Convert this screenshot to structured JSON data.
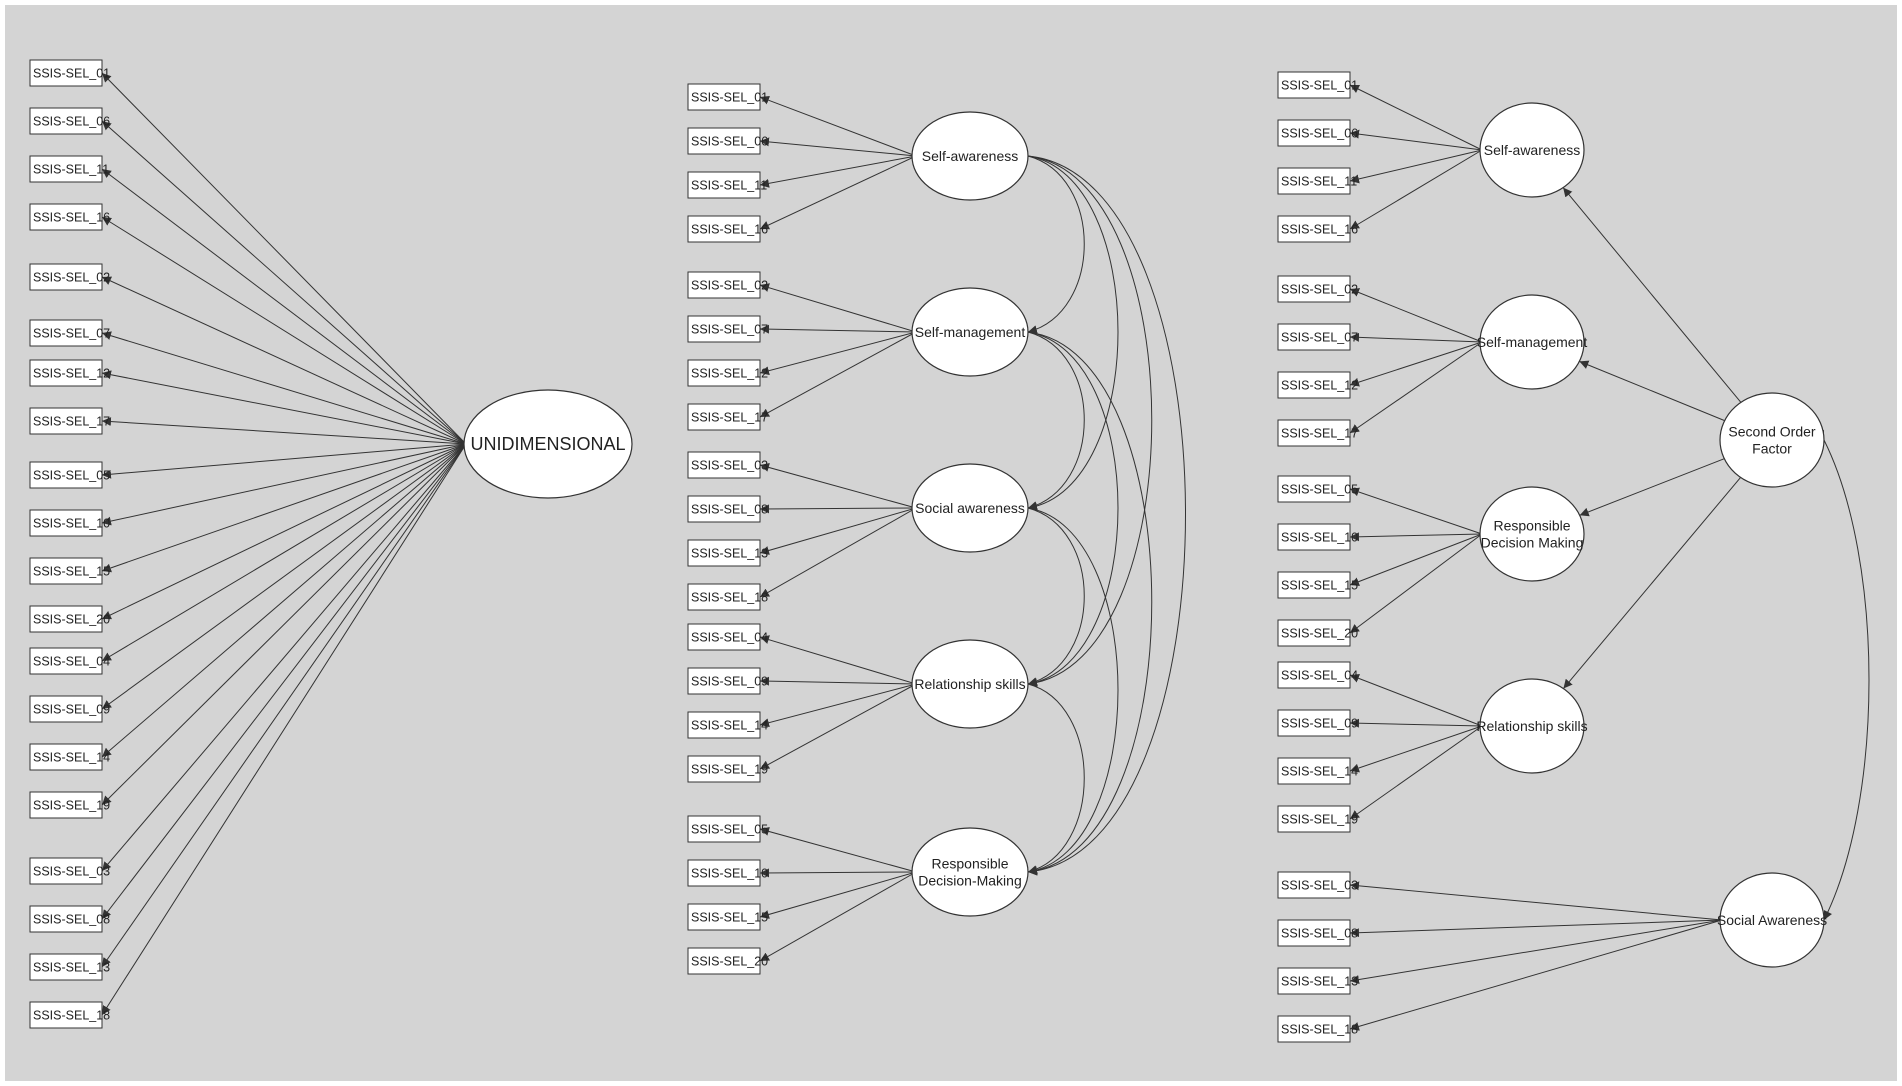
{
  "colors": {
    "background": "#d4d4d4",
    "node_fill": "#ffffff",
    "stroke": "#333333",
    "text": "#222222"
  },
  "models": [
    {
      "id": "model1",
      "latents": [
        {
          "id": "U",
          "lines": [
            "UNIDIMENSIONAL"
          ]
        }
      ],
      "indicators": [
        "SSIS-SEL_01",
        "SSIS-SEL_06",
        "SSIS-SEL_11",
        "SSIS-SEL_16",
        "SSIS-SEL_02",
        "SSIS-SEL_07",
        "SSIS-SEL_12",
        "SSIS-SEL_17",
        "SSIS-SEL_05",
        "SSIS-SEL_10",
        "SSIS-SEL_15",
        "SSIS-SEL_20",
        "SSIS-SEL_04",
        "SSIS-SEL_09",
        "SSIS-SEL_14",
        "SSIS-SEL_19",
        "SSIS-SEL_03",
        "SSIS-SEL_08",
        "SSIS-SEL_13",
        "SSIS-SEL_18"
      ]
    },
    {
      "id": "model2",
      "latents": [
        {
          "id": "SA",
          "lines": [
            "Self-awareness"
          ],
          "indicators": [
            "SSIS-SEL_01",
            "SSIS-SEL_06",
            "SSIS-SEL_11",
            "SSIS-SEL_16"
          ]
        },
        {
          "id": "SM",
          "lines": [
            "Self-management"
          ],
          "indicators": [
            "SSIS-SEL_02",
            "SSIS-SEL_07",
            "SSIS-SEL_12",
            "SSIS-SEL_17"
          ]
        },
        {
          "id": "SOC",
          "lines": [
            "Social awareness"
          ],
          "indicators": [
            "SSIS-SEL_03",
            "SSIS-SEL_08",
            "SSIS-SEL_13",
            "SSIS-SEL_18"
          ]
        },
        {
          "id": "RS",
          "lines": [
            "Relationship skills"
          ],
          "indicators": [
            "SSIS-SEL_04",
            "SSIS-SEL_09",
            "SSIS-SEL_14",
            "SSIS-SEL_19"
          ]
        },
        {
          "id": "RDM",
          "lines": [
            "Responsible",
            "Decision-Making"
          ],
          "indicators": [
            "SSIS-SEL_05",
            "SSIS-SEL_10",
            "SSIS-SEL_15",
            "SSIS-SEL_20"
          ]
        }
      ],
      "covariances": "all-pairs"
    },
    {
      "id": "model3",
      "latents": [
        {
          "id": "SA",
          "lines": [
            "Self-awareness"
          ],
          "indicators": [
            "SSIS-SEL_01",
            "SSIS-SEL_06",
            "SSIS-SEL_11",
            "SSIS-SEL_16"
          ]
        },
        {
          "id": "SM",
          "lines": [
            "Self-management"
          ],
          "indicators": [
            "SSIS-SEL_02",
            "SSIS-SEL_07",
            "SSIS-SEL_12",
            "SSIS-SEL_17"
          ]
        },
        {
          "id": "RDM",
          "lines": [
            "Responsible",
            "Decision Making"
          ],
          "indicators": [
            "SSIS-SEL_05",
            "SSIS-SEL_10",
            "SSIS-SEL_15",
            "SSIS-SEL_20"
          ]
        },
        {
          "id": "RS",
          "lines": [
            "Relationship skills"
          ],
          "indicators": [
            "SSIS-SEL_04",
            "SSIS-SEL_09",
            "SSIS-SEL_14",
            "SSIS-SEL_19"
          ]
        },
        {
          "id": "SOC",
          "lines": [
            "Social Awareness"
          ],
          "indicators": [
            "SSIS-SEL_03",
            "SSIS-SEL_08",
            "SSIS-SEL_13",
            "SSIS-SEL_18"
          ]
        }
      ],
      "second_order": {
        "id": "SO",
        "lines": [
          "Second Order",
          "Factor"
        ],
        "loads_on": [
          "SA",
          "SM",
          "RDM",
          "RS"
        ]
      },
      "covariances": [
        [
          "SO",
          "SOC"
        ]
      ]
    }
  ]
}
